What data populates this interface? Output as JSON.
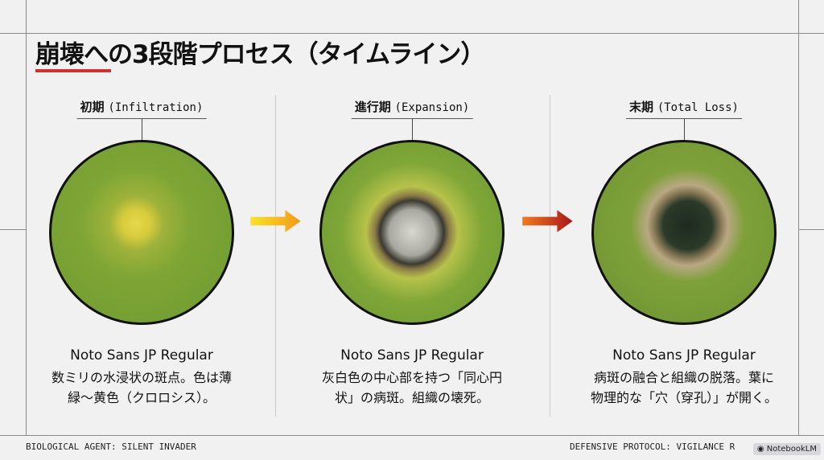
{
  "title": "崩壊への3段階プロセス（タイムライン）",
  "accent": "#d0322d",
  "stages": [
    {
      "label_jp": "初期",
      "label_en": "(Infiltration)",
      "font_note": "Noto Sans JP Regular",
      "line1": "数ミリの水浸状の斑点。色は薄",
      "line2": "緑〜黄色（クロロシス）。"
    },
    {
      "label_jp": "進行期",
      "label_en": "(Expansion)",
      "font_note": "Noto Sans JP Regular",
      "line1": "灰白色の中心部を持つ「同心円",
      "line2": "状」の病斑。組織の壊死。"
    },
    {
      "label_jp": "末期",
      "label_en": "(Total Loss)",
      "font_note": "Noto Sans JP Regular",
      "line1": "病斑の融合と組織の脱落。葉に",
      "line2": "物理的な「穴（穿孔）」が開く。"
    }
  ],
  "footer": {
    "left": "BIOLOGICAL AGENT: SILENT INVADER",
    "right": "DEFENSIVE PROTOCOL: VIGILANCE R",
    "badge": "NotebookLM"
  }
}
